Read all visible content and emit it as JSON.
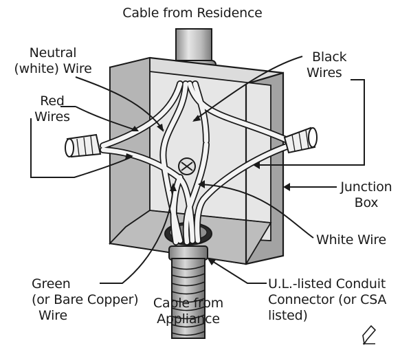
{
  "diagram": {
    "labels": {
      "cable_from_residence": "Cable from Residence",
      "neutral_line1": "Neutral",
      "neutral_line2": "(white) Wire",
      "red_line1": "Red",
      "red_line2": "Wires",
      "black_line1": "Black",
      "black_line2": "Wires",
      "junction_line1": "Junction",
      "junction_line2": "Box",
      "white_wire": "White Wire",
      "green_line1": "Green",
      "green_line2": "(or Bare Copper)",
      "green_line3": "Wire",
      "conduit_line1": "U.L.-listed Conduit",
      "conduit_line2": "Connector (or CSA",
      "conduit_line3": "listed)",
      "appliance_line1": "Cable from",
      "appliance_line2": "Appliance"
    },
    "colors": {
      "ink": "#1a1a1a",
      "box_face": "#c9c9c9",
      "box_inner": "#e3e3e3",
      "box_side": "#9e9e9e",
      "wire": "#f4f4f4"
    }
  }
}
